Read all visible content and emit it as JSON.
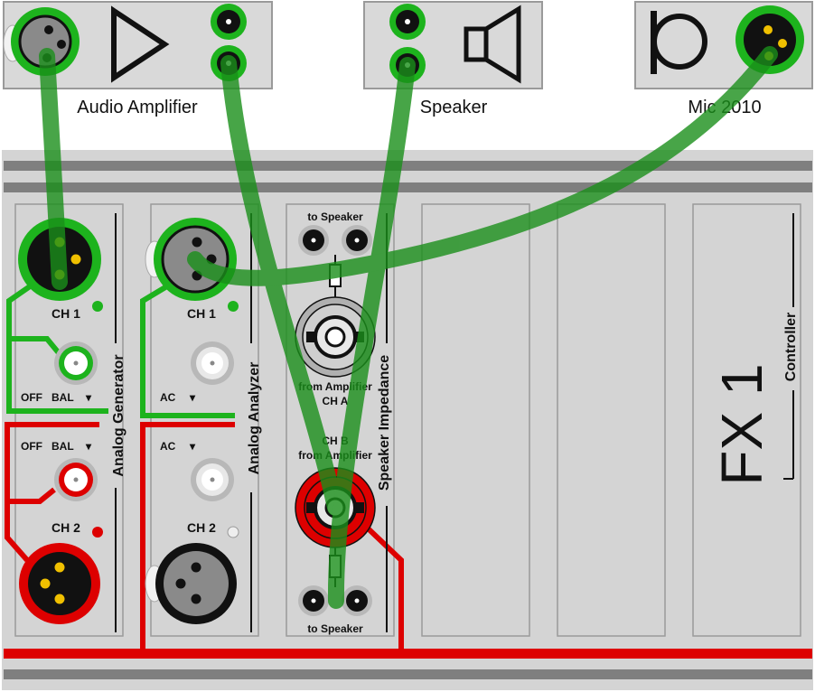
{
  "devices": {
    "amplifier": {
      "label": "Audio Amplifier"
    },
    "speaker": {
      "label": "Speaker"
    },
    "mic": {
      "label": "Mic 2010"
    }
  },
  "rack": {
    "generator": {
      "title": "Analog Generator",
      "ch1": "CH 1",
      "ch2": "CH 2",
      "off1": "OFF",
      "bal1": "BAL",
      "off2": "OFF",
      "bal2": "BAL",
      "caret": "▾"
    },
    "analyzer": {
      "title": "Analog Analyzer",
      "ch1": "CH 1",
      "ch2": "CH 2",
      "ac1": "AC",
      "ac2": "AC",
      "caret": "▾"
    },
    "impedance": {
      "title": "Speaker Impedance",
      "to_speaker_top": "to Speaker",
      "to_speaker_bottom": "to Speaker",
      "from_amp_a_line1": "from Amplifier",
      "from_amp_a_line2": "CH A",
      "from_amp_b_line1": "CH B",
      "from_amp_b_line2": "from Amplifier"
    },
    "controller": {
      "title": "FX 1",
      "sublabel": "Controller"
    }
  },
  "colors": {
    "cable_green": "#1a8f1a",
    "wire_green": "#1db31d",
    "wire_red": "#dd0000",
    "rack_bg": "#d4d4d4",
    "rail": "#7f7f7f"
  }
}
